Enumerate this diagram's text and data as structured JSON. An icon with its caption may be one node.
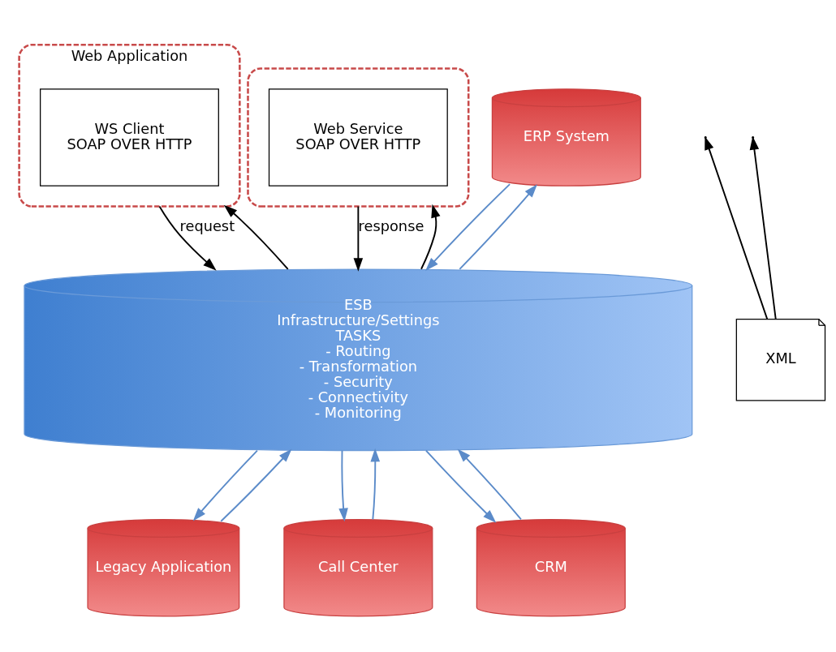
{
  "diagram": {
    "nodes": [
      {
        "text": [
          "Web Application"
        ]
      },
      {
        "text": [
          "WS Client",
          "SOAP OVER HTTP"
        ],
        "in": 0
      },
      {
        "text": [],
        "shape": "cylinder"
      },
      {
        "text": [
          "Web Service",
          "SOAP OVER HTTP"
        ],
        "in": 2
      },
      {
        "text": [
          "ERP System"
        ]
      },
      {
        "text": [
          "ESB",
          "Infrastructure/Settings",
          "TASKS",
          "- Routing",
          "- Transformation",
          "- Security",
          "- Connectivity",
          "- Monitoring"
        ]
      },
      {
        "text": [
          "XML"
        ]
      },
      {
        "text": [
          "Legacy Application"
        ]
      },
      {
        "text": [
          "Call Center"
        ]
      },
      {
        "text": [
          "CRM"
        ]
      }
    ],
    "edges": [
      {
        "from": 0,
        "to": 5,
        "arrow": "to",
        "label": "request",
        "color": "#000000"
      },
      {
        "from": 5,
        "to": 0,
        "arrow": "to",
        "color": "#000000"
      },
      {
        "from": 6,
        "to": null,
        "arrow": "to",
        "color": "#000000"
      },
      {
        "from": 6,
        "to": null,
        "arrow": "to",
        "color": "#000000"
      },
      {
        "from": 2,
        "to": 5,
        "arrow": "to",
        "label": "response",
        "color": "#000000"
      },
      {
        "from": 5,
        "to": 2,
        "arrow": "to",
        "color": "#000000"
      },
      {
        "from": 5,
        "to": 4,
        "arrow": "to"
      },
      {
        "from": 4,
        "to": 5,
        "arrow": "to"
      },
      {
        "from": 5,
        "to": 7,
        "arrow": "to"
      },
      {
        "from": 7,
        "to": 5,
        "arrow": "to"
      },
      {
        "from": 5,
        "to": 8,
        "arrow": "to"
      },
      {
        "from": 8,
        "to": 5,
        "arrow": "to"
      },
      {
        "from": 5,
        "to": 9,
        "arrow": "to"
      },
      {
        "from": 9,
        "to": 5,
        "arrow": "to"
      }
    ]
  }
}
